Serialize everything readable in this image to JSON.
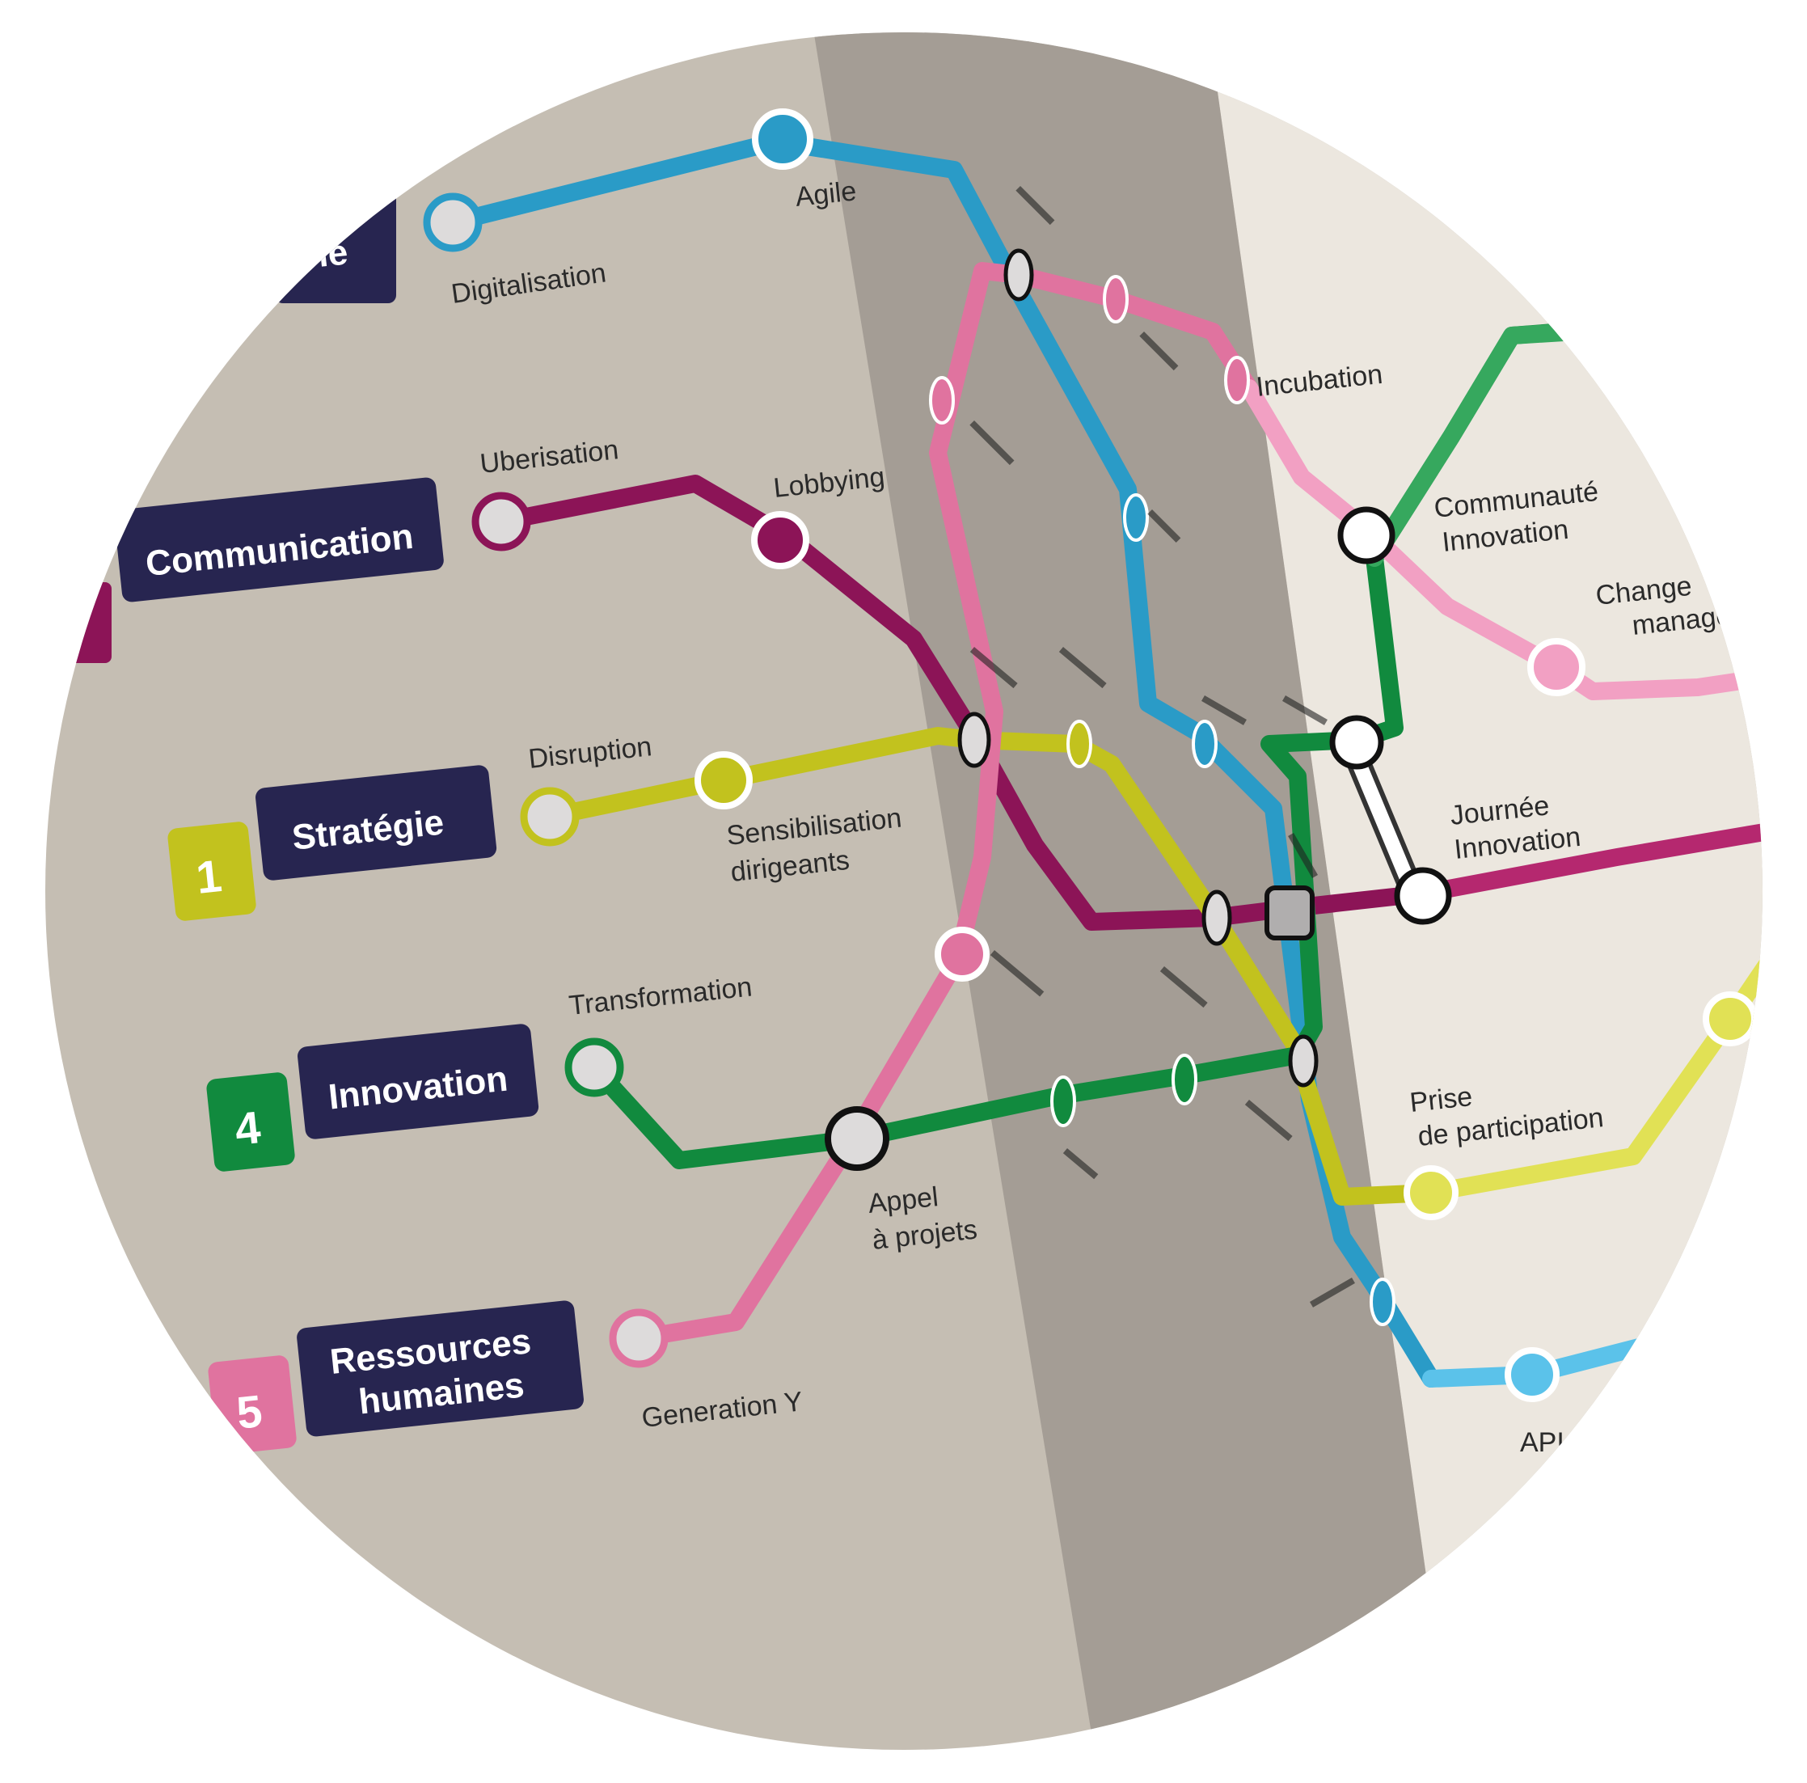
{
  "colors": {
    "background_left": "#c5beb3",
    "band": "#a49d95",
    "background_right": "#ece7df",
    "badge_dark": "#272550",
    "line_blue": "#2a9bc7",
    "line_light_blue": "#5bc2ea",
    "line_pink": "#e0739f",
    "line_light_pink": "#f2a0c3",
    "line_magenta": "#8c1457",
    "line_bright_magenta": "#b5286f",
    "line_olive": "#c2c21e",
    "line_yellow": "#e1e155",
    "line_green": "#118a3e",
    "line_light_green": "#36a85e",
    "station_fill": "#dddbdb",
    "interchange_fill": "#b0aeae"
  },
  "lines": [
    {
      "id": "top",
      "label": "ie",
      "number": ""
    },
    {
      "id": "communication",
      "label": "Communication",
      "number": ""
    },
    {
      "id": "strategie",
      "label": "Stratégie",
      "number": "1"
    },
    {
      "id": "innovation",
      "label": "Innovation",
      "number": "4"
    },
    {
      "id": "rh",
      "label_line1": "Ressources",
      "label_line2": "humaines",
      "number": "5"
    }
  ],
  "stations": {
    "digitalisation": "Digitalisation",
    "agile": "Agile",
    "uberisation": "Uberisation",
    "lobbying": "Lobbying",
    "disruption": "Disruption",
    "sensibilisation_1": "Sensibilisation",
    "sensibilisation_2": "dirigeants",
    "transformation": "Transformation",
    "appel_1": "Appel",
    "appel_2": "à projets",
    "generation_y": "Generation Y",
    "incubation": "Incubation",
    "communaute_1": "Communauté",
    "communaute_2": "Innovation",
    "change_1": "Change",
    "change_2": "manageme",
    "journee_1": "Journée",
    "journee_2": "Innovation",
    "prise_1": "Prise",
    "prise_2": "de participation",
    "api": "API"
  }
}
